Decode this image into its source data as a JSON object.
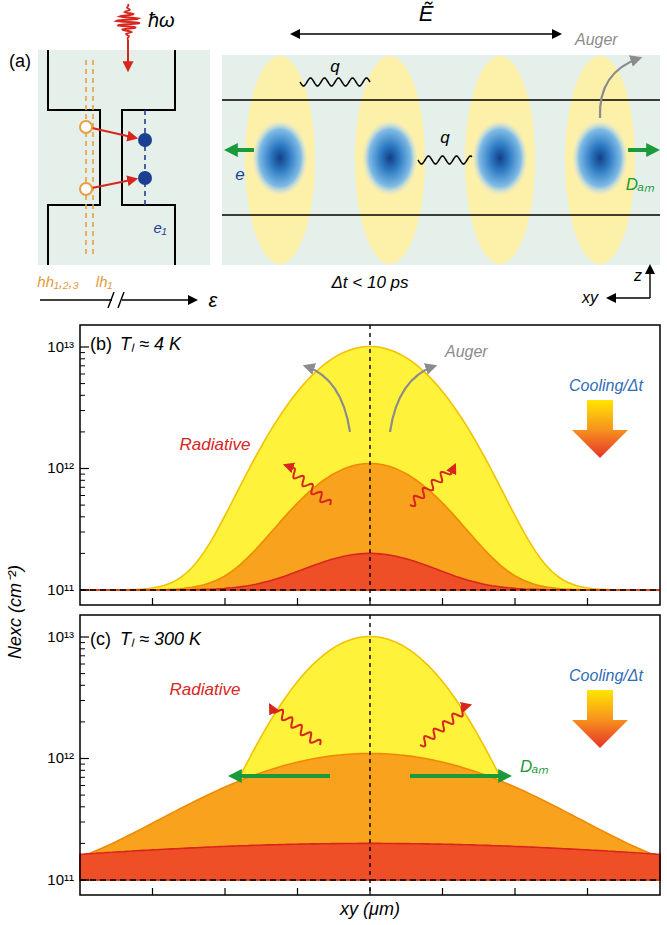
{
  "diagram": {
    "labels": [
      "(a)",
      "ħω",
      "hh₁,₂,₃",
      "lh₁",
      "e₁",
      "ε",
      "Ẽ",
      "Auger",
      "q",
      "q",
      "e",
      "Dₐₘ",
      "Δt < 10 ps",
      "z",
      "xy",
      "(b)",
      "Tₗ ≈ 4 K",
      "Auger",
      "Cooling/Δt",
      "Radiative",
      "10¹³",
      "10¹²",
      "10¹¹",
      "Nexc (cm⁻²)",
      "(c)",
      "Tₗ ≈ 300 K",
      "Cooling/Δt",
      "Radiative",
      "Dₐₘ",
      "10¹³",
      "10¹²",
      "10¹¹",
      "xy (μm)"
    ]
  }
}
